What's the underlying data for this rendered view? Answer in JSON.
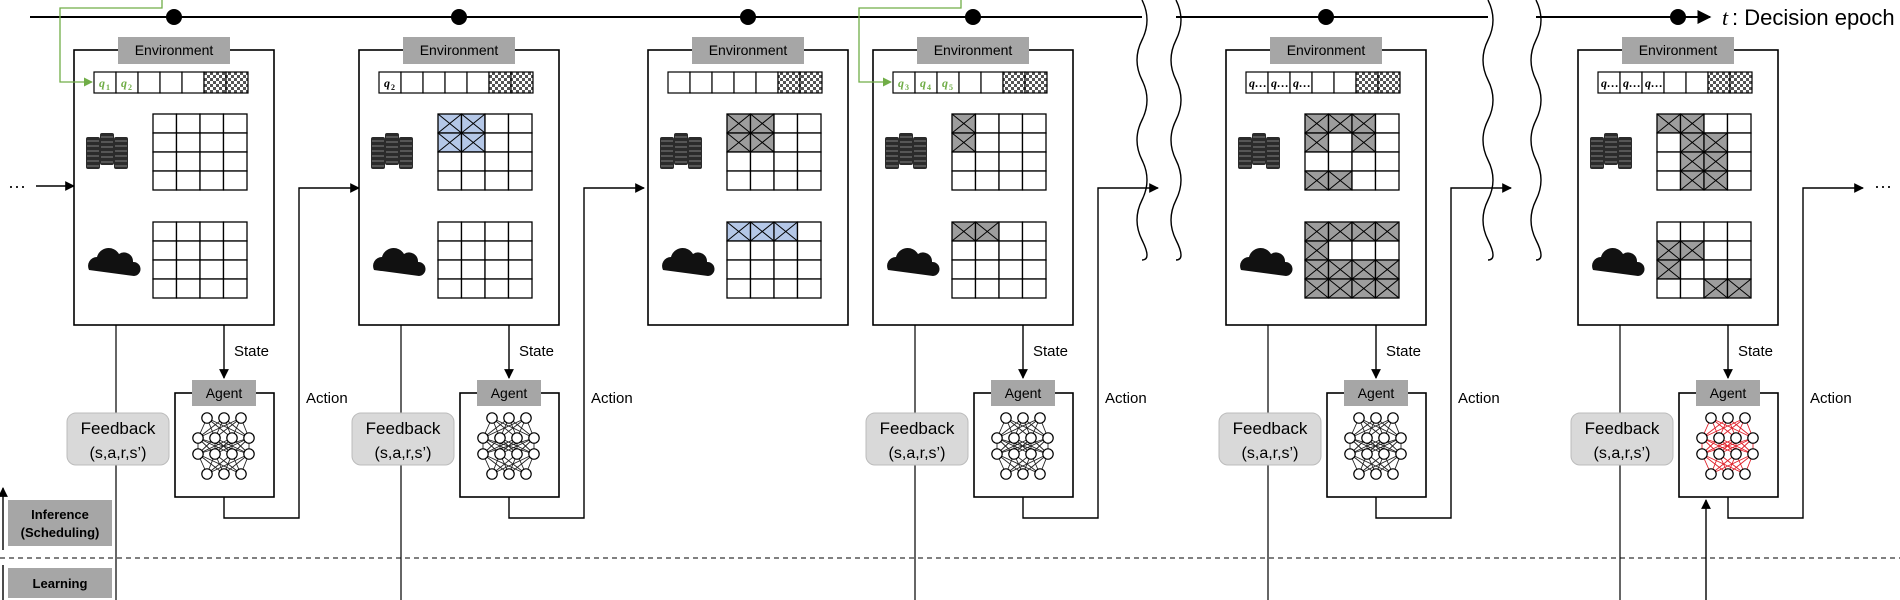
{
  "timeline": {
    "t_symbol": "t",
    "label": ": Decision epoch"
  },
  "ellipsis_left": "···",
  "ellipsis_right": "···",
  "panels": [
    {
      "env_title": "Environment",
      "queue": [
        {
          "text": "q",
          "sub": "1",
          "color": "green"
        },
        {
          "text": "q",
          "sub": "2",
          "color": "green"
        },
        {
          "text": "",
          "sub": ""
        },
        {
          "text": "",
          "sub": ""
        },
        {
          "text": "",
          "sub": ""
        }
      ],
      "edge_fill": "none",
      "cloud_fill": "none",
      "agent": true,
      "agent_title": "Agent",
      "state_label": "State",
      "feedback": true,
      "feedback_line1": "Feedback",
      "feedback_line2": "(s,a,r,s’)",
      "action_label": "Action",
      "nn_color": "#222222",
      "entry": "green"
    },
    {
      "env_title": "Environment",
      "queue": [
        {
          "text": "q",
          "sub": "2",
          "color": "black"
        },
        {
          "text": "",
          "sub": ""
        },
        {
          "text": "",
          "sub": ""
        },
        {
          "text": "",
          "sub": ""
        },
        {
          "text": "",
          "sub": ""
        }
      ],
      "edge_fill": "blue",
      "cloud_fill": "none",
      "agent": true,
      "agent_title": "Agent",
      "state_label": "State",
      "feedback": true,
      "feedback_line1": "Feedback",
      "feedback_line2": "(s,a,r,s’)",
      "action_label": "Action",
      "nn_color": "#222222",
      "entry": "black"
    },
    {
      "env_title": "Environment",
      "queue": [
        {
          "text": "",
          "sub": ""
        },
        {
          "text": "",
          "sub": ""
        },
        {
          "text": "",
          "sub": ""
        },
        {
          "text": "",
          "sub": ""
        },
        {
          "text": "",
          "sub": ""
        }
      ],
      "edge_fill": "gray4",
      "cloud_fill": "blue3",
      "agent": false,
      "agent_title": "",
      "state_label": "",
      "feedback": false,
      "feedback_line1": "",
      "feedback_line2": "",
      "action_label": "",
      "nn_color": "#222222",
      "entry": "black"
    },
    {
      "env_title": "Environment",
      "queue": [
        {
          "text": "q",
          "sub": "3",
          "color": "green"
        },
        {
          "text": "q",
          "sub": "4",
          "color": "green"
        },
        {
          "text": "q",
          "sub": "5",
          "color": "green"
        },
        {
          "text": "",
          "sub": ""
        },
        {
          "text": "",
          "sub": ""
        }
      ],
      "edge_fill": "gray2",
      "cloud_fill": "gray2",
      "agent": true,
      "agent_title": "Agent",
      "state_label": "State",
      "feedback": true,
      "feedback_line1": "Feedback",
      "feedback_line2": "(s,a,r,s’)",
      "action_label": "Action",
      "nn_color": "#222222",
      "entry": "green"
    },
    {
      "env_title": "Environment",
      "queue": [
        {
          "text": "q…",
          "sub": "",
          "color": "black"
        },
        {
          "text": "q…",
          "sub": "",
          "color": "black"
        },
        {
          "text": "q…",
          "sub": "",
          "color": "black"
        },
        {
          "text": "",
          "sub": ""
        },
        {
          "text": "",
          "sub": ""
        }
      ],
      "edge_fill": "gray_u",
      "cloud_fill": "gray_c",
      "agent": true,
      "agent_title": "Agent",
      "state_label": "State",
      "feedback": true,
      "feedback_line1": "Feedback",
      "feedback_line2": "(s,a,r,s’)",
      "action_label": "Action",
      "nn_color": "#222222",
      "entry": "black"
    },
    {
      "env_title": "Environment",
      "queue": [
        {
          "text": "q…",
          "sub": "",
          "color": "black"
        },
        {
          "text": "q…",
          "sub": "",
          "color": "black"
        },
        {
          "text": "q…",
          "sub": "",
          "color": "black"
        },
        {
          "text": "",
          "sub": ""
        },
        {
          "text": "",
          "sub": ""
        }
      ],
      "edge_fill": "gray_l",
      "cloud_fill": "gray_s",
      "agent": true,
      "agent_title": "Agent",
      "state_label": "State",
      "feedback": true,
      "feedback_line1": "Feedback",
      "feedback_line2": "(s,a,r,s’)",
      "action_label": "Action",
      "nn_color": "#e0202a",
      "entry": "black"
    }
  ],
  "inference_label_1": "Inference",
  "inference_label_2": "(Scheduling)",
  "learning_label": "Learning",
  "colors": {
    "env_header": "#a6a6a6",
    "feedback_fill": "#d9d9d9",
    "blue_cell": "#b4c7e7",
    "gray_cell": "#9d9d9d",
    "green": "#70ad47",
    "red": "#e0202a"
  }
}
